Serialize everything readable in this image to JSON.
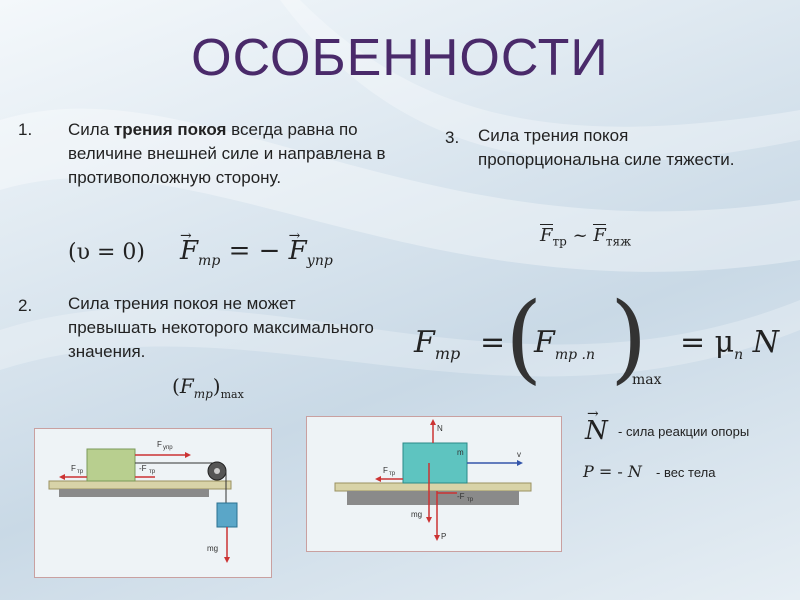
{
  "title": "ОСОБЕННОСТИ",
  "item1": {
    "number": "1.",
    "text_before": "Сила ",
    "text_bold": "трения покоя",
    "text_after": " всегда равна по величине внешней силе и направлена в противоположную сторону.",
    "formula_left": "(υ = 0)",
    "formula_F": "F",
    "formula_sub_tr": "тр",
    "formula_eq": "= −",
    "formula_sub_upr": "упр"
  },
  "item2": {
    "number": "2.",
    "text": "Сила трения покоя не может превышать некоторого максимального значения.",
    "formula_F": "F",
    "formula_sub": "тр",
    "formula_max": "max"
  },
  "item3": {
    "number": "3.",
    "text": "Сила трения покоя пропорциональна силе тяжести.",
    "formula_F1": "F",
    "formula_sub1": "тр",
    "formula_sim": "~",
    "formula_F2": "F",
    "formula_sub2": "тяж"
  },
  "big_formula": {
    "F": "F",
    "sub_tr": "тр",
    "eq": "=",
    "sub_trn": "тр .п",
    "max": "max",
    "eq2": "= μ",
    "sub_mu": "п",
    "N": "N"
  },
  "legend": {
    "N_symbol": "N",
    "N_desc": "- сила реакции опоры",
    "P_symbol": "P",
    "P_eq": "= -",
    "P_N": "N",
    "P_desc": "- вес тела"
  },
  "figure1": {
    "label_Fupr": "F",
    "label_Fupr_sub": "упр",
    "label_Ftr": "F",
    "label_Ftr_sub": "тр",
    "label_mFtr": "-F",
    "label_mFtr_sub": "тр",
    "label_mg": "mg"
  },
  "figure2": {
    "label_N": "N",
    "label_m": "m",
    "label_v": "v",
    "label_Ftr": "F",
    "label_Ftr_sub": "тр",
    "label_mFtr": "-F",
    "label_mFtr_sub": "тр",
    "label_mg": "mg",
    "label_P": "P"
  }
}
